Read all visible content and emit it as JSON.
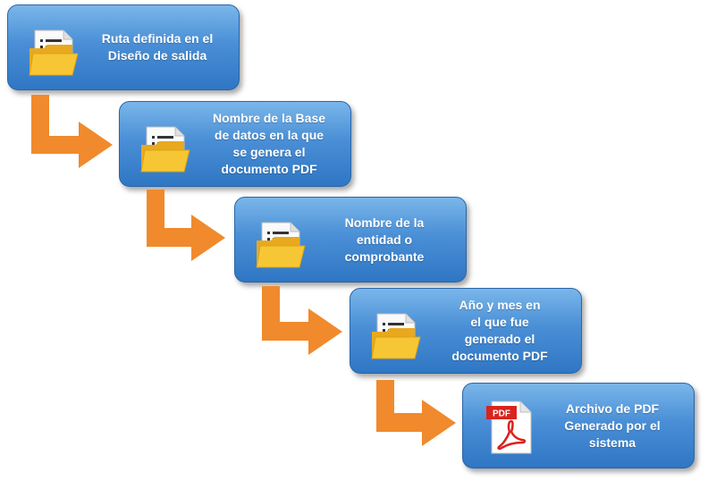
{
  "colors": {
    "box_top": "#7ab6ea",
    "box_bottom": "#2f76c4",
    "arrow": "#f08a2c",
    "folder": "#f7c634",
    "pdf_red": "#d9231d"
  },
  "steps": [
    {
      "icon": "folder-document-icon",
      "lines": [
        "Ruta definida en el",
        "Diseño de salida"
      ]
    },
    {
      "icon": "folder-document-icon",
      "lines": [
        "Nombre de la Base",
        "de datos en la que",
        "se genera el",
        "documento PDF"
      ]
    },
    {
      "icon": "folder-document-icon",
      "lines": [
        "Nombre de la",
        "entidad o",
        "comprobante"
      ]
    },
    {
      "icon": "folder-document-icon",
      "lines": [
        "Año y mes en",
        "el que fue",
        "generado el",
        "documento PDF"
      ]
    },
    {
      "icon": "pdf-file-icon",
      "badge": "PDF",
      "lines": [
        "Archivo de PDF",
        "Generado por el",
        "sistema"
      ]
    }
  ]
}
